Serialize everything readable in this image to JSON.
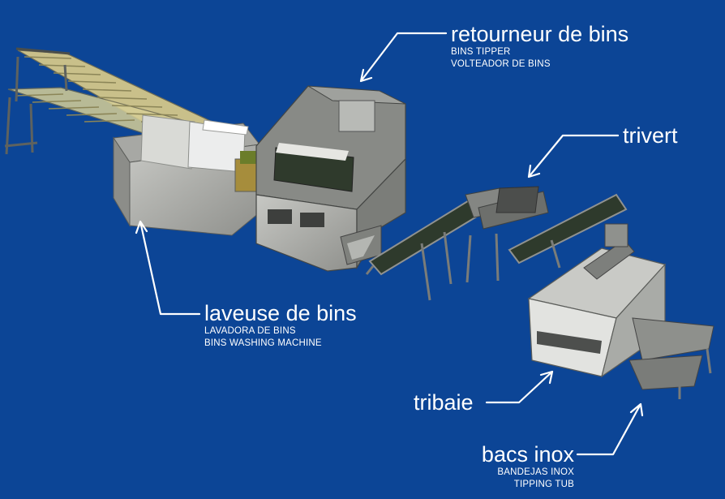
{
  "labels": {
    "bin_tipper": {
      "title": "retourneur de bins",
      "sub1": "BINS TIPPER",
      "sub2": "VOLTEADOR DE BINS"
    },
    "trivert": {
      "title": "trivert"
    },
    "bin_washer": {
      "title": "laveuse de bins",
      "sub1": "LAVADORA DE BINS",
      "sub2": "BINS WASHING MACHINE"
    },
    "tribaie": {
      "title": "tribaie"
    },
    "stainless_tubs": {
      "title": "bacs inox",
      "sub1": "BANDEJAS INOX",
      "sub2": "TIPPING TUB"
    }
  },
  "colors": {
    "background": "#0c4596",
    "machine_body": "#9b9b98",
    "machine_light": "#d9dad6",
    "conveyor_belt": "#2e3a2c",
    "rollers": "#d8d88a",
    "pointer": "#ffffff"
  }
}
